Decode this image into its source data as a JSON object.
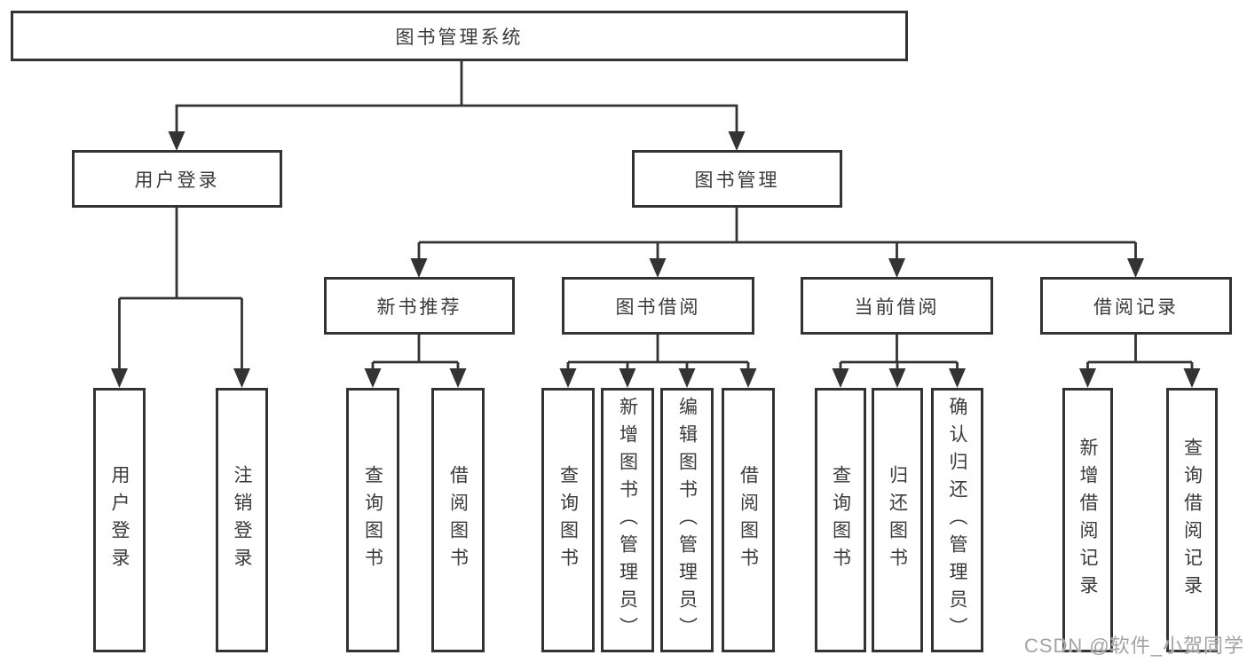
{
  "diagram_type": "hierarchy-tree",
  "tree": {
    "root": {
      "label": "图书管理系统"
    },
    "children": [
      {
        "label": "用户登录",
        "children": [
          {
            "label": "用户登录"
          },
          {
            "label": "注销登录"
          }
        ]
      },
      {
        "label": "图书管理",
        "children": [
          {
            "label": "新书推荐",
            "children": [
              {
                "label": "查询图书"
              },
              {
                "label": "借阅图书"
              }
            ]
          },
          {
            "label": "图书借阅",
            "children": [
              {
                "label": "查询图书"
              },
              {
                "label": "新增图书（管理员）"
              },
              {
                "label": "编辑图书（管理员）"
              },
              {
                "label": "借阅图书"
              }
            ]
          },
          {
            "label": "当前借阅",
            "children": [
              {
                "label": "查询图书"
              },
              {
                "label": "归还图书"
              },
              {
                "label": "确认归还（管理员）"
              }
            ]
          },
          {
            "label": "借阅记录",
            "children": [
              {
                "label": "新增借阅记录"
              },
              {
                "label": "查询借阅记录"
              }
            ]
          }
        ]
      }
    ]
  },
  "watermark": "CSDN @软件_小贺同学",
  "colors": {
    "line": "#333333",
    "text": "#3a3a3a",
    "background": "#ffffff",
    "watermark": "#a3a3a3"
  }
}
